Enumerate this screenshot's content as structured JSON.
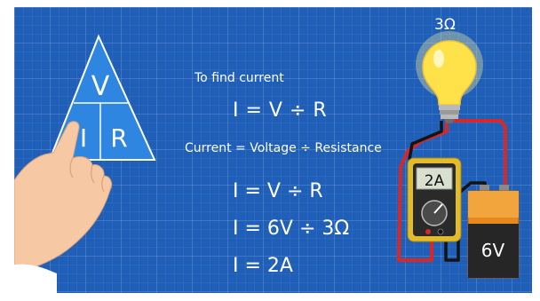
{
  "triangle": {
    "top": "V",
    "bottom_left": "I",
    "bottom_right": "R"
  },
  "text": {
    "heading": "To find current",
    "formula": "I = V ÷ R",
    "description": "Current = Voltage ÷ Resistance",
    "step1": "I = V ÷ R",
    "step2": "I = 6V ÷ 3Ω",
    "step3": "I = 2A"
  },
  "circuit": {
    "resistance_label": "3Ω",
    "meter_reading": "2A",
    "battery_label": "6V"
  },
  "colors": {
    "background": "#1f5fb8",
    "triangle_fill": "#2f86e0",
    "battery_body": "#e8891e",
    "wire_red": "#d62828",
    "wire_black": "#141414",
    "bulb": "#ffe24a"
  }
}
